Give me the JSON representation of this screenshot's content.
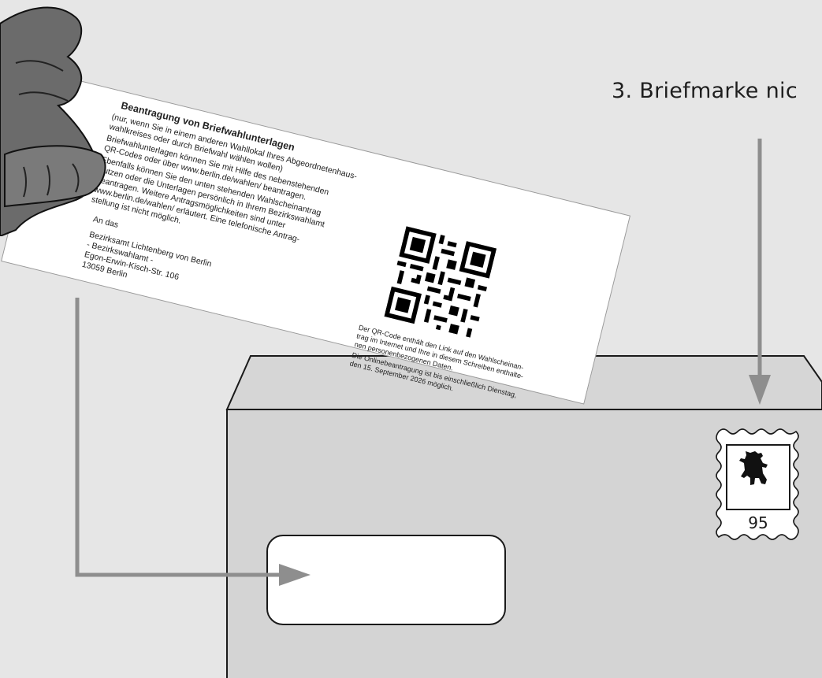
{
  "step_label": "3. Briefmarke nic",
  "card": {
    "title": "Beantragung von Briefwahlunterlagen",
    "lines": [
      "(nur, wenn Sie in einem anderen Wahllokal Ihres Abgeordnetenhaus-",
      "wahlkreises oder durch Briefwahl wählen wollen)",
      "Briefwahlunterlagen können Sie mit Hilfe des nebenstehenden",
      "QR-Codes oder über www.berlin.de/wahlen/ beantragen.",
      "Ebenfalls können Sie den unten stehenden Wahlscheinantrag",
      "nutzen oder die Unterlagen persönlich in Ihrem Bezirkswahlamt",
      "beantragen. Weitere Antragsmöglichkeiten sind unter",
      "www.berlin.de/wahlen/ erläutert. Eine telefonische Antrag-",
      "stellung ist nicht möglich."
    ],
    "address_intro": "An das",
    "address": [
      "Bezirksamt Lichtenberg von Berlin",
      "- Bezirkswahlamt -",
      "Egon-Erwin-Kisch-Str. 106",
      "13059 Berlin"
    ],
    "qr_text": [
      "Der QR-Code enthält den Link auf den Wahlscheinan-",
      "trag im Internet und Ihre in diesem Schreiben enthalte-",
      "nen personenbezogenen Daten.",
      "Die Onlinebeantragung ist bis einschließlich Dienstag,",
      "den 15. September 2026 möglich."
    ]
  },
  "stamp": {
    "value": "95",
    "emblem": "berlin-bear-icon"
  },
  "colors": {
    "background": "#e6e6e6",
    "envelope": "#d4d4d4",
    "arrow": "#8e8e8e",
    "outline": "#1a1a1a"
  }
}
